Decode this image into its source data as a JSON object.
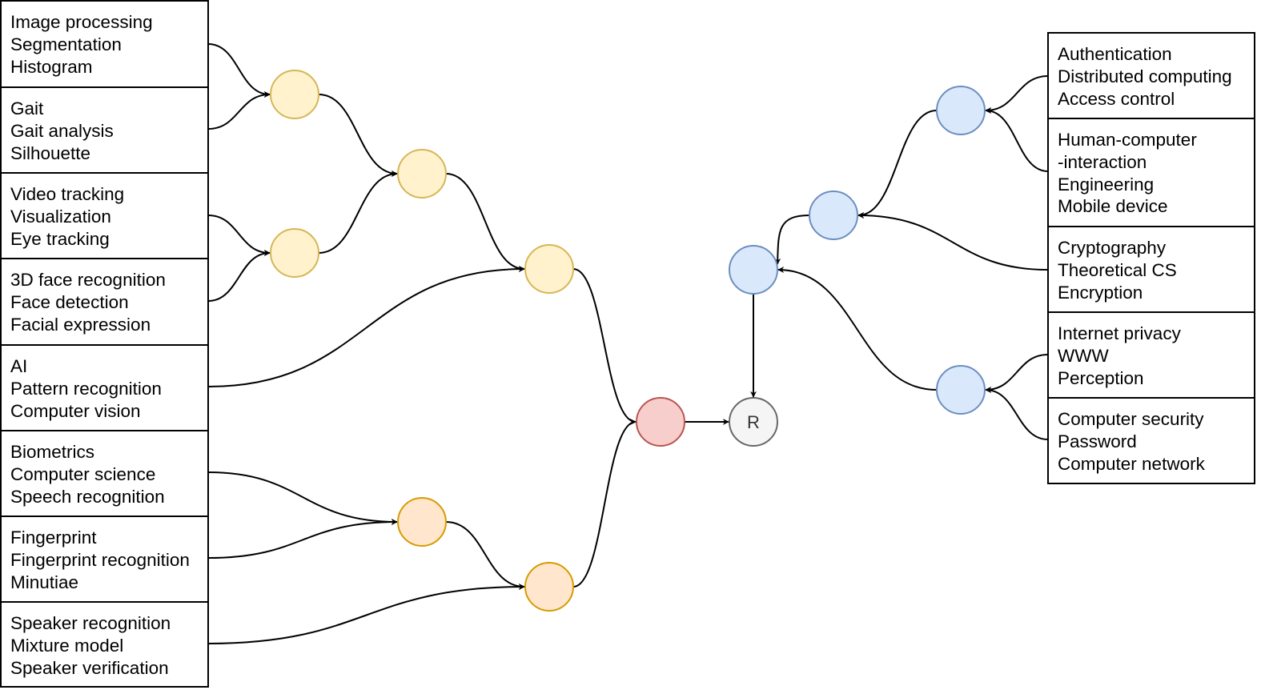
{
  "left_groups": [
    {
      "id": "L1",
      "terms": [
        "Image processing",
        "Segmentation",
        "Histogram"
      ]
    },
    {
      "id": "L2",
      "terms": [
        "Gait",
        "Gait analysis",
        "Silhouette"
      ]
    },
    {
      "id": "L3",
      "terms": [
        "Video tracking",
        "Visualization",
        "Eye tracking"
      ]
    },
    {
      "id": "L4",
      "terms": [
        "3D face recognition",
        "Face detection",
        "Facial expression"
      ]
    },
    {
      "id": "L5",
      "terms": [
        "AI",
        "Pattern recognition",
        "Computer vision"
      ]
    },
    {
      "id": "L6",
      "terms": [
        "Biometrics",
        "Computer science",
        "Speech recognition"
      ]
    },
    {
      "id": "L7",
      "terms": [
        "Fingerprint",
        "Fingerprint recognition",
        "Minutiae"
      ]
    },
    {
      "id": "L8",
      "terms": [
        "Speaker recognition",
        "Mixture model",
        "Speaker verification"
      ]
    }
  ],
  "right_groups": [
    {
      "id": "R1",
      "terms": [
        "Authentication",
        "Distributed computing",
        "Access control"
      ]
    },
    {
      "id": "R2",
      "terms": [
        "Human-computer",
        "-interaction",
        "Engineering",
        "Mobile device"
      ]
    },
    {
      "id": "R3",
      "terms": [
        "Cryptography",
        "Theoretical CS",
        "Encryption"
      ]
    },
    {
      "id": "R4",
      "terms": [
        "Internet privacy",
        "WWW",
        "Perception"
      ]
    },
    {
      "id": "R5",
      "terms": [
        "Computer security",
        "Password",
        "Computer network"
      ]
    }
  ],
  "nodes": [
    {
      "id": "Y1",
      "label": "",
      "style": "yellow"
    },
    {
      "id": "Y2",
      "label": "",
      "style": "yellow"
    },
    {
      "id": "Y3",
      "label": "",
      "style": "yellow"
    },
    {
      "id": "Y4",
      "label": "",
      "style": "yellow"
    },
    {
      "id": "O1",
      "label": "",
      "style": "orange"
    },
    {
      "id": "O2",
      "label": "",
      "style": "orange"
    },
    {
      "id": "RED",
      "label": "",
      "style": "red"
    },
    {
      "id": "ROOT",
      "label": "R",
      "style": "gray"
    },
    {
      "id": "B1",
      "label": "",
      "style": "blue"
    },
    {
      "id": "B2",
      "label": "",
      "style": "blue"
    },
    {
      "id": "B3",
      "label": "",
      "style": "blue"
    },
    {
      "id": "B4",
      "label": "",
      "style": "blue"
    }
  ],
  "edges": [
    {
      "from": "L1",
      "to": "Y1"
    },
    {
      "from": "L2",
      "to": "Y1"
    },
    {
      "from": "L3",
      "to": "Y2"
    },
    {
      "from": "L4",
      "to": "Y2"
    },
    {
      "from": "Y1",
      "to": "Y3"
    },
    {
      "from": "Y2",
      "to": "Y3"
    },
    {
      "from": "Y3",
      "to": "Y4"
    },
    {
      "from": "L5",
      "to": "Y4"
    },
    {
      "from": "L6",
      "to": "O1"
    },
    {
      "from": "L7",
      "to": "O1"
    },
    {
      "from": "O1",
      "to": "O2"
    },
    {
      "from": "L8",
      "to": "O2"
    },
    {
      "from": "Y4",
      "to": "RED"
    },
    {
      "from": "O2",
      "to": "RED"
    },
    {
      "from": "RED",
      "to": "ROOT"
    },
    {
      "from": "R1",
      "to": "B1"
    },
    {
      "from": "R2",
      "to": "B1"
    },
    {
      "from": "B1",
      "to": "B2"
    },
    {
      "from": "R3",
      "to": "B2"
    },
    {
      "from": "B2",
      "to": "B3"
    },
    {
      "from": "R4",
      "to": "B4"
    },
    {
      "from": "R5",
      "to": "B4"
    },
    {
      "from": "B4",
      "to": "B3"
    },
    {
      "from": "B3",
      "to": "ROOT"
    }
  ],
  "colors": {
    "yellow": {
      "fill": "#fff2cc",
      "stroke": "#d6b656"
    },
    "orange": {
      "fill": "#ffe6cc",
      "stroke": "#d79b00"
    },
    "red": {
      "fill": "#f8cecc",
      "stroke": "#b85450"
    },
    "gray": {
      "fill": "#f5f5f5",
      "stroke": "#666666"
    },
    "blue": {
      "fill": "#dae8fc",
      "stroke": "#6c8ebf"
    },
    "edge": "#000000"
  }
}
